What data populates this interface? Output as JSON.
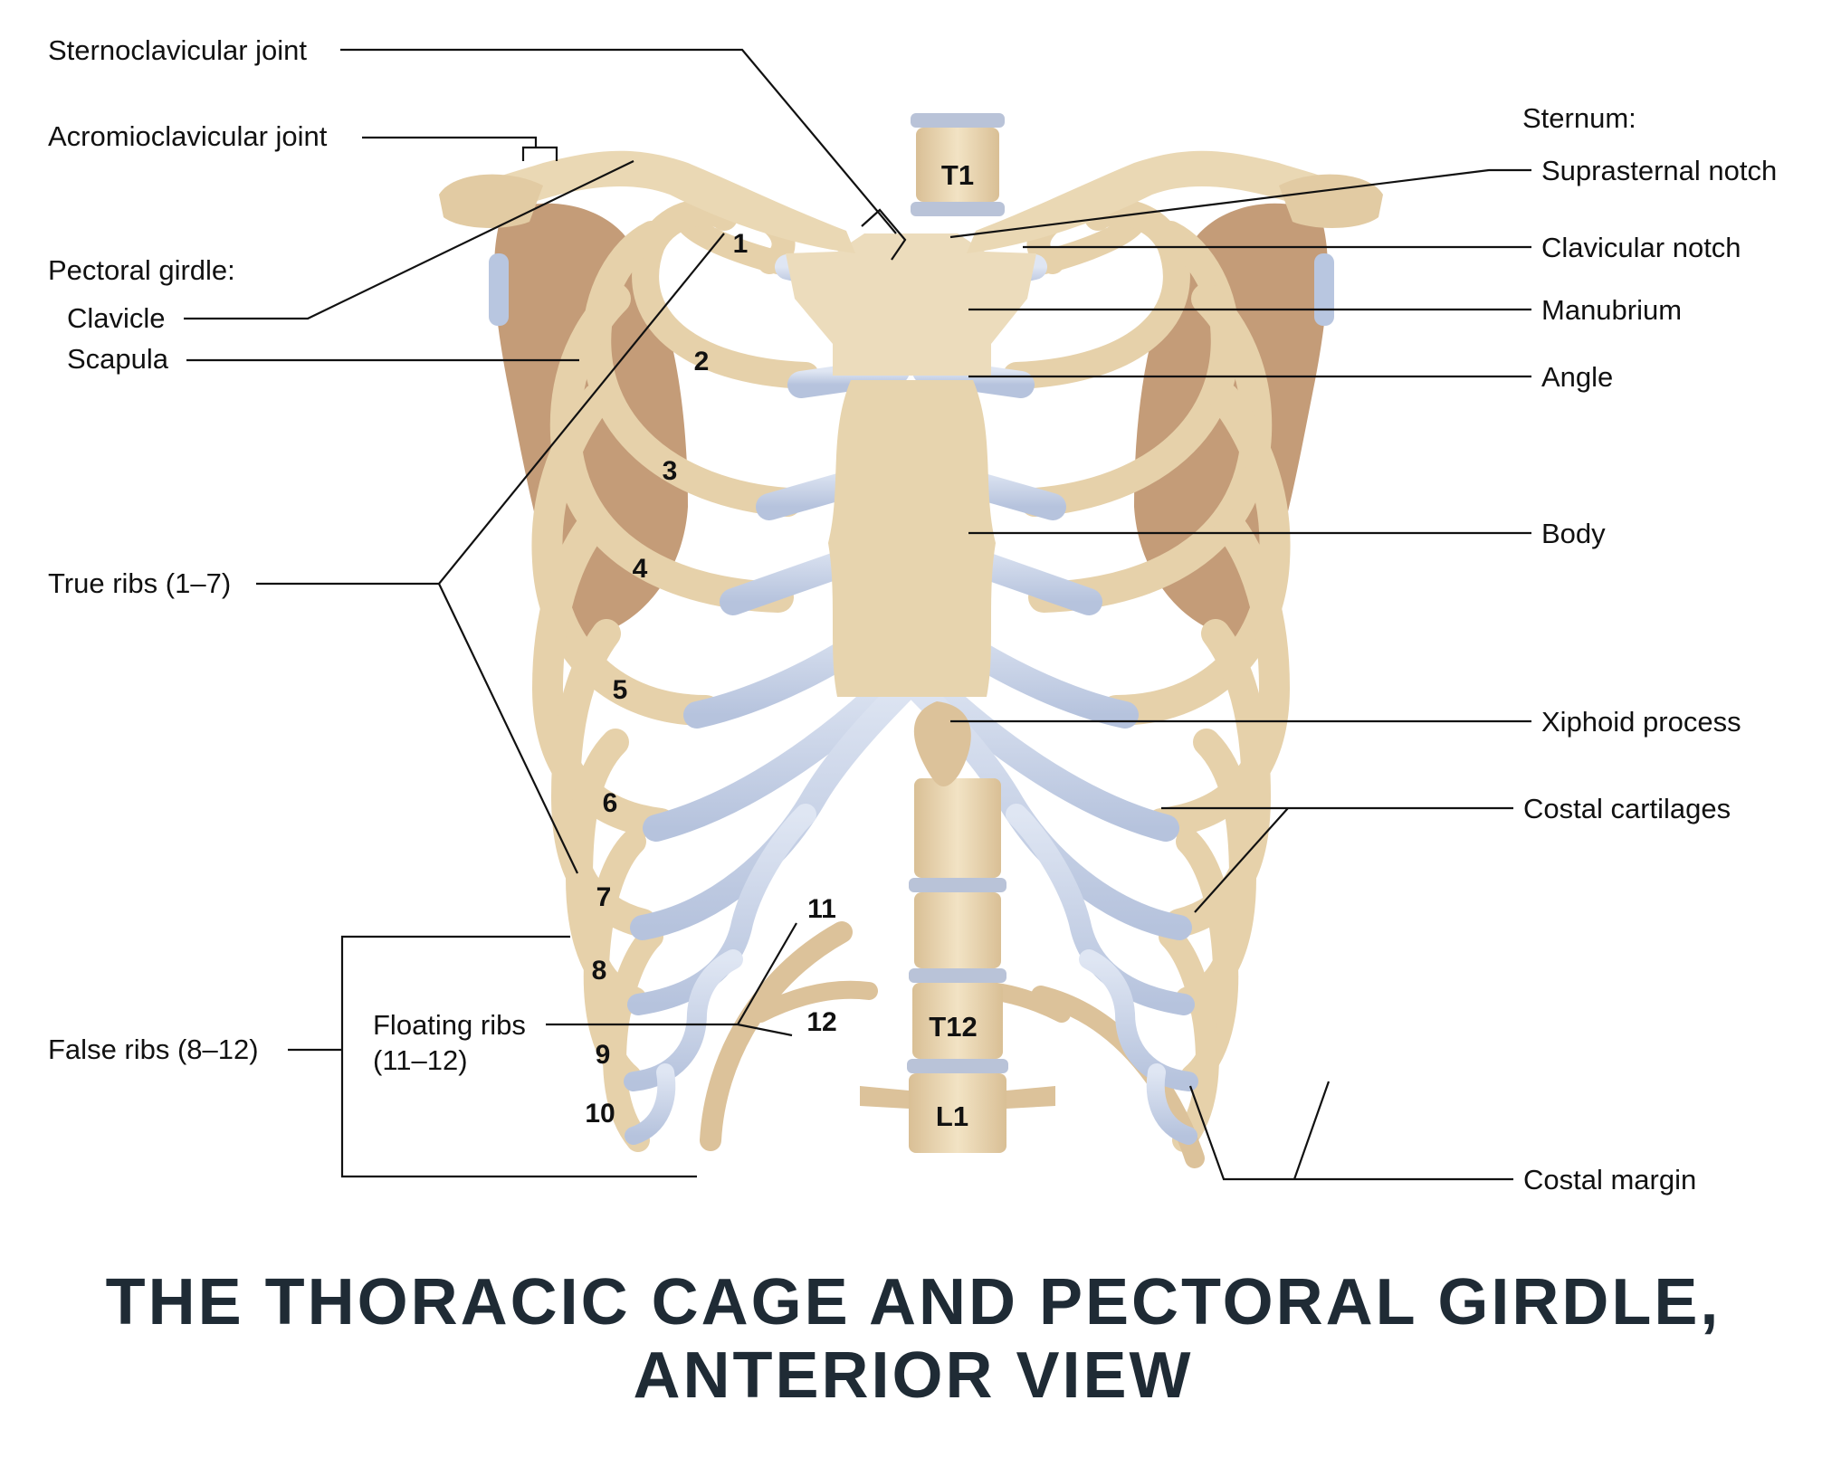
{
  "title": {
    "line1": "THE THORACIC CAGE AND PECTORAL GIRDLE,",
    "line2": "ANTERIOR VIEW"
  },
  "labels_left": {
    "sternoclavicular_joint": "Sternoclavicular joint",
    "acromioclavicular_joint": "Acromioclavicular joint",
    "pectoral_girdle": "Pectoral girdle:",
    "clavicle": "Clavicle",
    "scapula": "Scapula",
    "true_ribs": "True ribs (1–7)",
    "false_ribs": "False ribs (8–12)",
    "floating_ribs_line1": "Floating ribs",
    "floating_ribs_line2": "(11–12)"
  },
  "labels_right": {
    "sternum": "Sternum:",
    "suprasternal_notch": "Suprasternal notch",
    "clavicular_notch": "Clavicular notch",
    "manubrium": "Manubrium",
    "angle": "Angle",
    "body": "Body",
    "xiphoid_process": "Xiphoid process",
    "costal_cartilages": "Costal cartilages",
    "costal_margin": "Costal margin"
  },
  "vertebra_labels": {
    "t1": "T1",
    "t12": "T12",
    "l1": "L1"
  },
  "rib_numbers": [
    "1",
    "2",
    "3",
    "4",
    "5",
    "6",
    "7",
    "8",
    "9",
    "10",
    "11",
    "12"
  ],
  "colors": {
    "bone": "#ead8b4",
    "bone_shadow": "#c7a27a",
    "muscle_shadow": "#b98d6a",
    "cartilage": "#c8d4ea",
    "disc": "#b9c3d8",
    "leader": "#111111",
    "title": "#1f2b35"
  }
}
